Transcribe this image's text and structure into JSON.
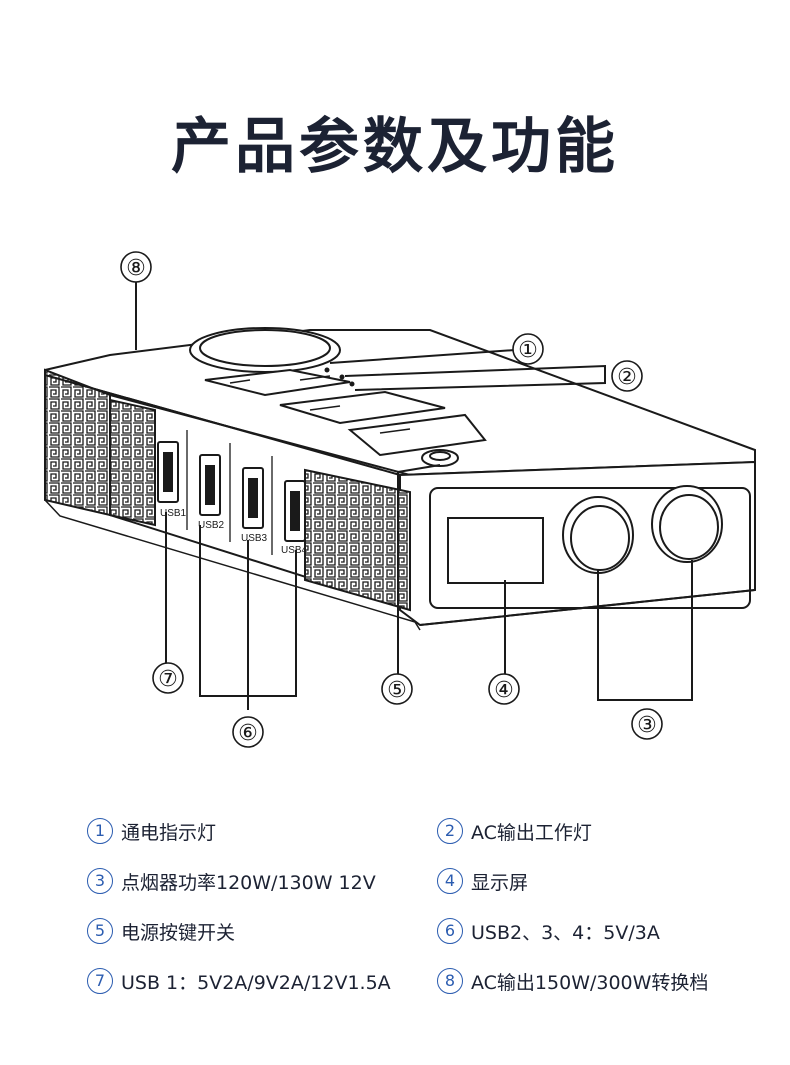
{
  "title": "产品参数及功能",
  "diagram": {
    "callouts": [
      "①",
      "②",
      "③",
      "④",
      "⑤",
      "⑥",
      "⑦",
      "⑧"
    ],
    "port_labels": [
      "USB1",
      "USB2",
      "USB3",
      "USB4"
    ]
  },
  "legend": [
    {
      "num": "1",
      "text": "通电指示灯"
    },
    {
      "num": "2",
      "text": "AC输出工作灯"
    },
    {
      "num": "3",
      "text": "点烟器功率120W/130W 12V"
    },
    {
      "num": "4",
      "text": "显示屏"
    },
    {
      "num": "5",
      "text": "电源按键开关"
    },
    {
      "num": "6",
      "text": "USB2、3、4：5V/3A"
    },
    {
      "num": "7",
      "text": "USB 1：5V2A/9V2A/12V1.5A"
    },
    {
      "num": "8",
      "text": "AC输出150W/300W转换档"
    }
  ],
  "colors": {
    "title": "#1c2233",
    "accent": "#2b5cb0",
    "line": "#1a1a1a"
  }
}
